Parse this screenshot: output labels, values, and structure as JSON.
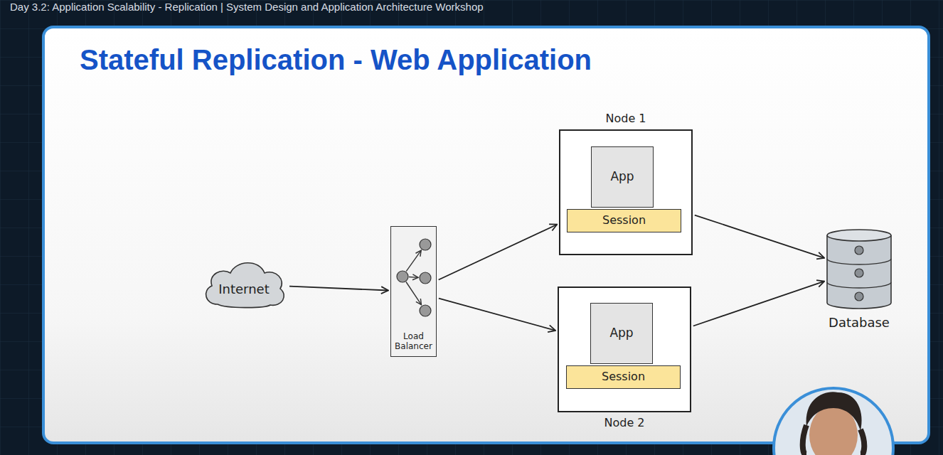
{
  "diagram": {
    "title": "Stateful Replication - Web Application",
    "nodes": [
      {
        "text": [
          "Internet"
        ]
      },
      {
        "text": [
          "Load Balancer"
        ]
      },
      {
        "text": [
          "Node 1"
        ]
      },
      {
        "text": [
          "App"
        ],
        "in": 2
      },
      {
        "text": [
          "Session"
        ],
        "in": 2
      },
      {
        "text": [
          "Node 2"
        ]
      },
      {
        "text": [
          "App"
        ],
        "in": 5
      },
      {
        "text": [
          "Session"
        ],
        "in": 5
      },
      {
        "text": [
          "Database"
        ]
      }
    ],
    "edges": [
      {
        "from": 0,
        "to": 1,
        "arrow": "to"
      },
      {
        "from": 1,
        "to": 2,
        "arrow": "to"
      },
      {
        "from": 1,
        "to": 5,
        "arrow": "to"
      },
      {
        "from": 2,
        "to": 8,
        "arrow": "to"
      },
      {
        "from": 5,
        "to": 8,
        "arrow": "to"
      }
    ],
    "labels": [
      "Day 3.2: Application Scalability - Replication | System Design and Application Architecture Workshop"
    ]
  }
}
